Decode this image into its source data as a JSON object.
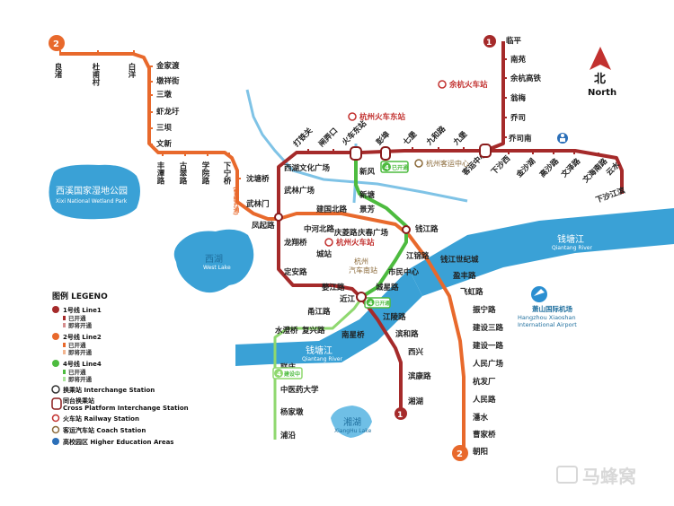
{
  "colors": {
    "line1": "#a52a2a",
    "line2": "#e8692c",
    "line4": "#4dbb3f",
    "water": "#3aa1d6",
    "rail": "#7fc3e6"
  },
  "lines": {
    "line1_badge": "1",
    "line2_badge": "2",
    "line4_badge_text": "4",
    "line4_open_tag": "已开通",
    "line4_plan_tag": "建设中"
  },
  "stations": {
    "l2": [
      "良渚",
      "杜甫村",
      "白洋",
      "金家渡",
      "墩祥街",
      "三墩",
      "虾龙圩",
      "三坝",
      "文新",
      "丰潭路",
      "古翠路",
      "学院路",
      "下宁桥",
      "沈塘桥",
      "武林门",
      "凤起路"
    ],
    "l2_note": "(暂缓开通)",
    "l1_north": [
      "临平",
      "南苑",
      "余杭高铁",
      "翁梅",
      "乔司",
      "乔司南"
    ],
    "l1_east": [
      "下沙西",
      "金沙湖",
      "高沙路",
      "文泽路",
      "文海南路",
      "云水",
      "下沙江滨"
    ],
    "l1_main": [
      "九堡",
      "九和路",
      "七堡",
      "彭埠",
      "火车东站",
      "闸弄口",
      "打铁关",
      "西湖文化广场",
      "武林广场",
      "中河北路",
      "龙翔桥",
      "定安路",
      "城站",
      "婺江路",
      "近江",
      "江陵路",
      "滨和路",
      "西兴",
      "湘湖",
      "客运中心"
    ],
    "l1_branch_south": [
      "西兴",
      "滨康路",
      "湘湖"
    ],
    "l4": [
      "新风",
      "新塘",
      "景芳",
      "钱江路",
      "江锦路",
      "市民中心",
      "城星路",
      "近江",
      "复兴路",
      "水澄桥",
      "联庄",
      "中医药大学",
      "杨家墩",
      "浦沿"
    ],
    "l2_south": [
      "钱江世纪城",
      "盈丰路",
      "飞虹路",
      "振宁路",
      "建设三路",
      "建设一路",
      "人民广场",
      "杭发厂",
      "人民路",
      "潘水",
      "曹家桥",
      "朝阳"
    ],
    "l1_inner": [
      "建国北路",
      "庆菱路",
      "庆春广场",
      "南星桥",
      "甬江路",
      "城站"
    ]
  },
  "poi": {
    "east_rail": "杭州火车东站",
    "yuhang_rail": "余杭火车站",
    "city_rail": "杭州火车站",
    "coach_center": "杭州客运中心",
    "south_coach": "杭州",
    "south_coach2": "汽车南站",
    "airport": "萧山国际机场",
    "airport_en1": "Hangzhou Xiaoshan",
    "airport_en2": "International Airport"
  },
  "water": {
    "westlake": "西湖",
    "westlake_en": "West Lake",
    "xixi": "西溪国家湿地公园",
    "xixi_en": "Xixi National Wetland Park",
    "qiantang_ne": "钱塘江",
    "qiantang_ne_en": "Qiantang River",
    "qiantang_s": "钱塘江",
    "qiantang_s_en": "Qiantang River",
    "xianghu": "湘湖",
    "xianghu_en": "XiangHu Lake"
  },
  "compass": {
    "cn": "北",
    "en": "North"
  },
  "legend": {
    "title": "图例 LEGENO",
    "line1": "1号线 Line1",
    "line2": "2号线 Line2",
    "line4": "4号线 Line4",
    "opened": "已开通",
    "planned": "即将开通",
    "interchange": "换乘站 Interchange Station",
    "cross_a": "同台换乘站",
    "cross_b": "Cross Platform Interchange Station",
    "railway": "火车站 Railway Station",
    "coach": "客运汽车站 Coach Station",
    "edu": "高校园区 Higher Education Areas"
  },
  "watermark": "马蜂窝"
}
